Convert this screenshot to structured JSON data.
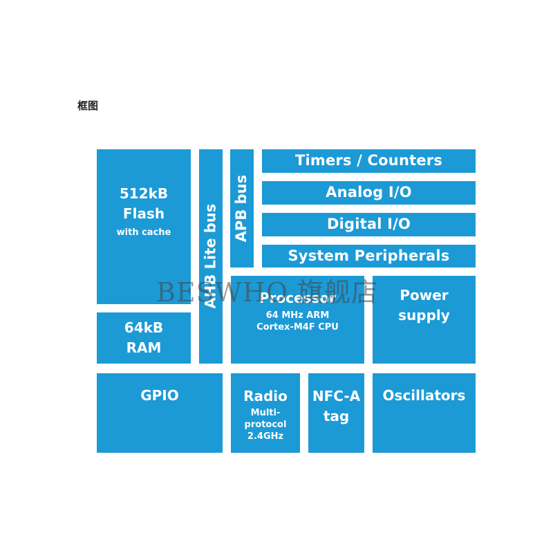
{
  "title": "框图",
  "blocks": {
    "flash": {
      "line1": "512kB",
      "line2": "Flash",
      "sub": "with cache"
    },
    "ram": {
      "line1": "64kB",
      "line2": "RAM"
    },
    "ahb_bus": "AHB Lite bus",
    "apb_bus": "APB bus",
    "timers": "Timers / Counters",
    "analog_io": "Analog I/O",
    "digital_io": "Digital I/O",
    "system_peripherals": "System Peripherals",
    "processor": {
      "title": "Processor",
      "line1": "64 MHz ARM",
      "line2": "Cortex-M4F CPU"
    },
    "power": {
      "line1": "Power",
      "line2": "supply"
    },
    "gpio": "GPIO",
    "radio": {
      "title": "Radio",
      "line1": "Multi-",
      "line2": "protocol",
      "line3": "2.4GHz"
    },
    "nfc": {
      "line1": "NFC-A",
      "line2": "tag"
    },
    "oscillators": "Oscillators"
  },
  "watermark": "BESWHO 旗舰店",
  "colors": {
    "block": "#1c9ad6",
    "text": "#ffffff"
  }
}
